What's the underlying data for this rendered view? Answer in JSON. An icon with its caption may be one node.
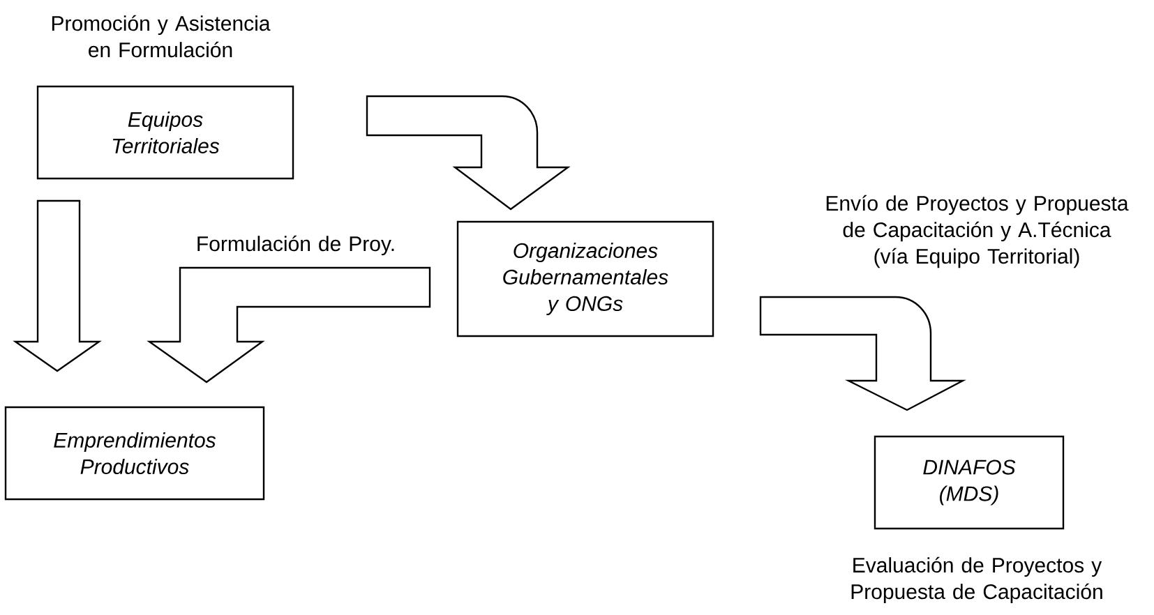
{
  "diagram": {
    "nodes": [
      {
        "text": [
          "Equipos Territoriales"
        ],
        "beside": [
          "Promoción y Asistencia en Formulación"
        ]
      },
      {
        "text": [
          "Organizaciones Gubernamentales y ONGs"
        ]
      },
      {
        "text": [
          "Emprendimientos Productivos"
        ]
      },
      {
        "text": [
          "DINAFOS (MDS)"
        ],
        "beside": [
          "Evaluación de Proyectos y Propuesta de Capacitación"
        ]
      }
    ],
    "edges": [
      {
        "from": 0,
        "to": 1,
        "arrow": "to"
      },
      {
        "from": 0,
        "to": 2,
        "arrow": "to"
      },
      {
        "from": 1,
        "to": 2,
        "arrow": "to",
        "label": "Formulación de Proy."
      },
      {
        "from": 1,
        "to": 3,
        "arrow": "to",
        "label": "Envío de Proyectos y Propuesta de Capacitación y A.Técnica (vía Equipo Territorial)"
      }
    ]
  }
}
